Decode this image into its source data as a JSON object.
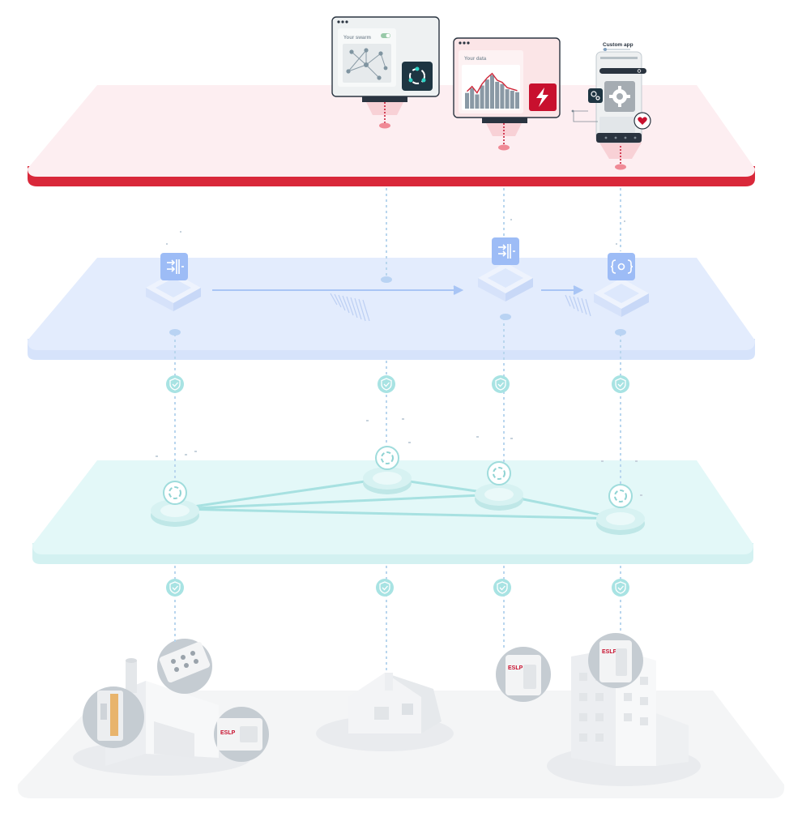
{
  "apps": {
    "swarm": {
      "title": "Your swarm"
    },
    "data": {
      "title": "Your data",
      "bar_values": [
        0.42,
        0.55,
        0.38,
        0.62,
        0.78,
        0.9,
        0.72,
        0.66,
        0.52,
        0.48,
        0.44
      ]
    },
    "custom": {
      "title": "Custom app"
    }
  },
  "device_labels": [
    "ESLP",
    "ESLP",
    "ESLP"
  ],
  "icons": {
    "swarm": "network-icon",
    "data": "lightning-icon",
    "custom": "gear-icon",
    "shield": "shield-check-icon",
    "node": "swarm-ring-icon"
  },
  "colors": {
    "app_layer": "#fdeef1",
    "app_edge": "#d9283a",
    "middleware_layer": "#e3ecfd",
    "network_layer": "#e3f8f8",
    "device_layer": "#f4f5f6",
    "accent_red": "#c8102e",
    "teal": "#7fd2d2",
    "blue": "#9bbdf5"
  }
}
